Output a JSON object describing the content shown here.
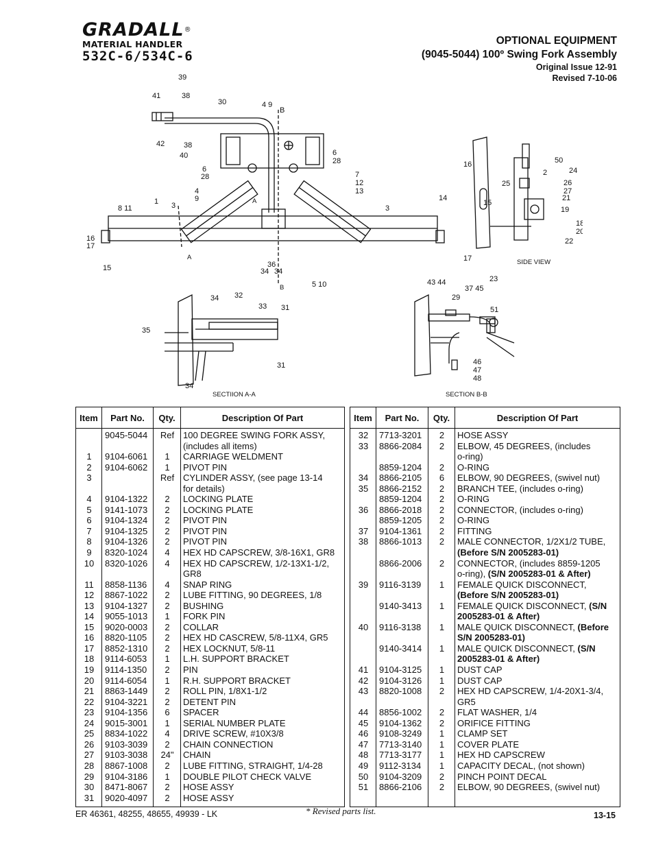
{
  "brand": {
    "logo": "GRADALL",
    "registered": "®",
    "subtitle": "MATERIAL HANDLER",
    "model": "532C-6/534C-6"
  },
  "header": {
    "section": "OPTIONAL EQUIPMENT",
    "assembly": "(9045-5044)  100º Swing Fork Assembly",
    "original_issue": "Original Issue 12-91",
    "revised": "Revised 7-10-06"
  },
  "diagram": {
    "captions": {
      "side_view": "SIDE VIEW",
      "section_aa": "SECTIION A-A",
      "section_bb": "SECTION B-B"
    },
    "callouts": [
      "39",
      "41",
      "38",
      "30",
      "4 9",
      "B",
      "42",
      "38",
      "40",
      "6",
      "28",
      "6",
      "28",
      "7",
      "12",
      "13",
      "4",
      "9",
      "8 11",
      "1",
      "3",
      "3",
      "A",
      "16",
      "17",
      "15",
      "A",
      "36",
      "34",
      "34",
      "B",
      "5 10",
      "16",
      "14",
      "15",
      "17",
      "23",
      "50",
      "2",
      "24",
      "25",
      "26",
      "27",
      "21",
      "19",
      "18",
      "20",
      "22",
      "34",
      "32",
      "33",
      "31",
      "35",
      "31",
      "34",
      "43 44",
      "29",
      "37 45",
      "51",
      "46",
      "47",
      "48"
    ]
  },
  "table": {
    "headers": {
      "item": "Item",
      "part_no": "Part No.",
      "qty": "Qty.",
      "description": "Description Of Part"
    },
    "left_rows": [
      {
        "item": "",
        "part": "9045-5044",
        "qty": "Ref",
        "desc": "100 DEGREE SWING FORK ASSY,"
      },
      {
        "item": "",
        "part": "",
        "qty": "",
        "desc": "(includes all items)"
      },
      {
        "item": "1",
        "part": "9104-6061",
        "qty": "1",
        "desc": "CARRIAGE WELDMENT"
      },
      {
        "item": "2",
        "part": "9104-6062",
        "qty": "1",
        "desc": "PIVOT PIN"
      },
      {
        "item": "3",
        "part": "",
        "qty": "Ref",
        "desc": "CYLINDER ASSY,   (see page 13-14"
      },
      {
        "item": "",
        "part": "",
        "qty": "",
        "desc": "for details)"
      },
      {
        "item": "4",
        "part": "9104-1322",
        "qty": "2",
        "desc": "LOCKING PLATE"
      },
      {
        "item": "5",
        "part": "9141-1073",
        "qty": "2",
        "desc": "LOCKING PLATE"
      },
      {
        "item": "6",
        "part": "9104-1324",
        "qty": "2",
        "desc": "PIVOT PIN"
      },
      {
        "item": "7",
        "part": "9104-1325",
        "qty": "2",
        "desc": "PIVOT PIN"
      },
      {
        "item": "8",
        "part": "9104-1326",
        "qty": "2",
        "desc": "PIVOT PIN"
      },
      {
        "item": "9",
        "part": "8320-1024",
        "qty": "4",
        "desc": "HEX HD CAPSCREW, 3/8-16X1, GR8"
      },
      {
        "item": "10",
        "part": "8320-1026",
        "qty": "4",
        "desc": "HEX HD CAPSCREW, 1/2-13X1-1/2,"
      },
      {
        "item": "",
        "part": "",
        "qty": "",
        "desc": "GR8"
      },
      {
        "item": "11",
        "part": "8858-1136",
        "qty": "4",
        "desc": "SNAP RING"
      },
      {
        "item": "12",
        "part": "8867-1022",
        "qty": "2",
        "desc": "LUBE FITTING, 90 DEGREES, 1/8"
      },
      {
        "item": "13",
        "part": "9104-1327",
        "qty": "2",
        "desc": "BUSHING"
      },
      {
        "item": "14",
        "part": "9055-1013",
        "qty": "1",
        "desc": "FORK PIN"
      },
      {
        "item": "15",
        "part": "9020-0003",
        "qty": "2",
        "desc": "COLLAR"
      },
      {
        "item": "16",
        "part": "8820-1105",
        "qty": "2",
        "desc": "HEX HD CASCREW, 5/8-11X4, GR5"
      },
      {
        "item": "17",
        "part": "8852-1310",
        "qty": "2",
        "desc": "HEX LOCKNUT, 5/8-11"
      },
      {
        "item": "18",
        "part": "9114-6053",
        "qty": "1",
        "desc": "L.H. SUPPORT BRACKET"
      },
      {
        "item": "19",
        "part": "9114-1350",
        "qty": "2",
        "desc": "PIN"
      },
      {
        "item": "20",
        "part": "9114-6054",
        "qty": "1",
        "desc": "R.H. SUPPORT BRACKET"
      },
      {
        "item": "21",
        "part": "8863-1449",
        "qty": "2",
        "desc": "ROLL PIN, 1/8X1-1/2"
      },
      {
        "item": "22",
        "part": "9104-3221",
        "qty": "2",
        "desc": "DETENT PIN"
      },
      {
        "item": "23",
        "part": "9104-1356",
        "qty": "6",
        "desc": "SPACER"
      },
      {
        "item": "24",
        "part": "9015-3001",
        "qty": "1",
        "desc": "SERIAL NUMBER PLATE"
      },
      {
        "item": "25",
        "part": "8834-1022",
        "qty": "4",
        "desc": "DRIVE SCREW, #10X3/8"
      },
      {
        "item": "26",
        "part": "9103-3039",
        "qty": "2",
        "desc": "CHAIN CONNECTION"
      },
      {
        "item": "27",
        "part": "9103-3038",
        "qty": "24\"",
        "desc": "CHAIN"
      },
      {
        "item": "28",
        "part": "8867-1008",
        "qty": "2",
        "desc": "LUBE FITTING, STRAIGHT, 1/4-28"
      },
      {
        "item": "29",
        "part": "9104-3186",
        "qty": "1",
        "desc": "DOUBLE PILOT CHECK VALVE"
      },
      {
        "item": "30",
        "part": "8471-8067",
        "qty": "2",
        "desc": "HOSE ASSY"
      },
      {
        "item": "31",
        "part": "9020-4097",
        "qty": "2",
        "desc": "HOSE ASSY"
      }
    ],
    "right_rows": [
      {
        "item": "32",
        "part": "7713-3201",
        "qty": "2",
        "desc": "HOSE ASSY"
      },
      {
        "item": "33",
        "part": "8866-2084",
        "qty": "2",
        "desc": "ELBOW, 45 DEGREES, (includes"
      },
      {
        "item": "",
        "part": "",
        "qty": "",
        "desc": "o-ring)"
      },
      {
        "item": "",
        "part": "8859-1204",
        "qty": "2",
        "desc": "O-RING"
      },
      {
        "item": "34",
        "part": "8866-2105",
        "qty": "6",
        "desc": "ELBOW, 90 DEGREES, (swivel nut)"
      },
      {
        "item": "35",
        "part": "8866-2152",
        "qty": "2",
        "desc": "BRANCH TEE, (includes o-ring)"
      },
      {
        "item": "",
        "part": "8859-1204",
        "qty": "2",
        "desc": "O-RING"
      },
      {
        "item": "36",
        "part": "8866-2018",
        "qty": "2",
        "desc": "CONNECTOR, (includes o-ring)"
      },
      {
        "item": "",
        "part": "8859-1205",
        "qty": "2",
        "desc": "O-RING"
      },
      {
        "item": "37",
        "part": "9104-1361",
        "qty": "2",
        "desc": "FITTING"
      },
      {
        "item": "38",
        "part": "8866-1013",
        "qty": "2",
        "desc": "MALE CONNECTOR, 1/2X1/2 TUBE,"
      },
      {
        "item": "",
        "part": "",
        "qty": "",
        "desc": "",
        "bold": "(Before S/N 2005283-01)"
      },
      {
        "item": "",
        "part": "8866-2006",
        "qty": "2",
        "desc": "CONNECTOR, (includes 8859-1205"
      },
      {
        "item": "",
        "part": "",
        "qty": "",
        "desc": "o-ring), ",
        "bold": "(S/N 2005283-01 & After)"
      },
      {
        "item": "39",
        "part": "9116-3139",
        "qty": "1",
        "desc": "FEMALE QUICK DISCONNECT,"
      },
      {
        "item": "",
        "part": "",
        "qty": "",
        "desc": "",
        "bold": "(Before S/N 2005283-01)"
      },
      {
        "item": "",
        "part": "9140-3413",
        "qty": "1",
        "desc": "FEMALE QUICK DISCONNECT, ",
        "bold": "(S/N"
      },
      {
        "item": "",
        "part": "",
        "qty": "",
        "desc": "",
        "bold": "2005283-01 & After)"
      },
      {
        "item": "40",
        "part": "9116-3138",
        "qty": "1",
        "desc": "MALE QUICK DISCONNECT, ",
        "bold": "(Before"
      },
      {
        "item": "",
        "part": "",
        "qty": "",
        "desc": "",
        "bold": "S/N 2005283-01)"
      },
      {
        "item": "",
        "part": "9140-3414",
        "qty": "1",
        "desc": "MALE QUICK DISCONNECT, ",
        "bold": "(S/N"
      },
      {
        "item": "",
        "part": "",
        "qty": "",
        "desc": "",
        "bold": "2005283-01 & After)"
      },
      {
        "item": "41",
        "part": "9104-3125",
        "qty": "1",
        "desc": "DUST CAP"
      },
      {
        "item": "42",
        "part": "9104-3126",
        "qty": "1",
        "desc": "DUST CAP"
      },
      {
        "item": "43",
        "part": "8820-1008",
        "qty": "2",
        "desc": "HEX HD  CAPSCREW, 1/4-20X1-3/4,"
      },
      {
        "item": "",
        "part": "",
        "qty": "",
        "desc": "GR5"
      },
      {
        "item": "44",
        "part": "8856-1002",
        "qty": "2",
        "desc": "FLAT WASHER, 1/4"
      },
      {
        "item": "45",
        "part": "9104-1362",
        "qty": "2",
        "desc": "ORIFICE FITTING"
      },
      {
        "item": "46",
        "part": "9108-3249",
        "qty": "1",
        "desc": "CLAMP SET"
      },
      {
        "item": "47",
        "part": "7713-3140",
        "qty": "1",
        "desc": "COVER PLATE"
      },
      {
        "item": "48",
        "part": "7713-3177",
        "qty": "1",
        "desc": "HEX HD CAPSCREW"
      },
      {
        "item": "49",
        "part": "9112-3134",
        "qty": "1",
        "desc": "CAPACITY DECAL, (not shown)"
      },
      {
        "item": "50",
        "part": "9104-3209",
        "qty": "2",
        "desc": "PINCH POINT DECAL"
      },
      {
        "item": "51",
        "part": "8866-2106",
        "qty": "2",
        "desc": "ELBOW, 90 DEGREES, (swivel nut)"
      }
    ]
  },
  "footer": {
    "er": "ER 46361, 48255, 48655, 49939 - LK",
    "note": "* Revised parts list.",
    "page": "13-15"
  }
}
